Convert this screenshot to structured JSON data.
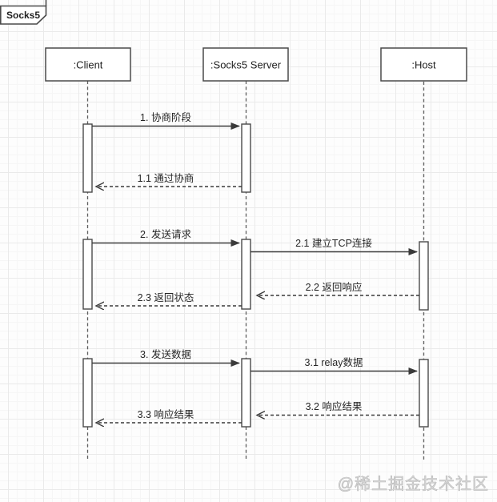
{
  "frame": {
    "title": "Socks5"
  },
  "participants": [
    {
      "label": ":Client"
    },
    {
      "label": ":Socks5 Server"
    },
    {
      "label": ":Host"
    }
  ],
  "messages": [
    {
      "id": "1",
      "label": "1. 协商阶段",
      "from": ":Client",
      "to": ":Socks5 Server",
      "type": "sync"
    },
    {
      "id": "1.1",
      "label": "1.1 通过协商",
      "from": ":Socks5 Server",
      "to": ":Client",
      "type": "return"
    },
    {
      "id": "2",
      "label": "2. 发送请求",
      "from": ":Client",
      "to": ":Socks5 Server",
      "type": "sync"
    },
    {
      "id": "2.1",
      "label": "2.1 建立TCP连接",
      "from": ":Socks5 Server",
      "to": ":Host",
      "type": "sync"
    },
    {
      "id": "2.2",
      "label": "2.2 返回响应",
      "from": ":Host",
      "to": ":Socks5 Server",
      "type": "return"
    },
    {
      "id": "2.3",
      "label": "2.3 返回状态",
      "from": ":Socks5 Server",
      "to": ":Client",
      "type": "return"
    },
    {
      "id": "3",
      "label": "3. 发送数据",
      "from": ":Client",
      "to": ":Socks5 Server",
      "type": "sync"
    },
    {
      "id": "3.1",
      "label": "3.1 relay数据",
      "from": ":Socks5 Server",
      "to": ":Host",
      "type": "sync"
    },
    {
      "id": "3.2",
      "label": "3.2 响应结果",
      "from": ":Host",
      "to": ":Socks5 Server",
      "type": "return"
    },
    {
      "id": "3.3",
      "label": "3.3 响应结果",
      "from": ":Socks5 Server",
      "to": ":Client",
      "type": "return"
    }
  ],
  "watermark": {
    "text": "@稀土掘金技术社区"
  },
  "colors": {
    "line": "#3a3a3a",
    "box_border": "#4a4a4a",
    "box_fill": "#ffffff",
    "grid_major": "#eaeaea",
    "grid_minor": "#f6f6f6",
    "background": "#fdfdfd",
    "watermark": "#c9c9c9"
  }
}
